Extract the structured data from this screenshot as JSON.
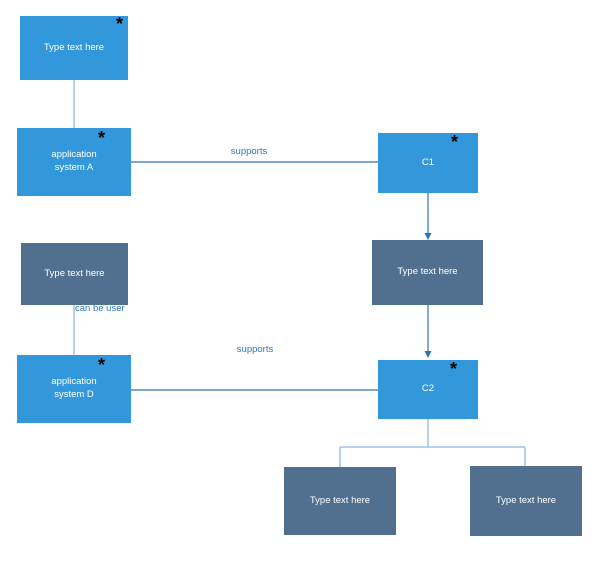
{
  "diagram": {
    "colors": {
      "node_primary": "#3398db",
      "node_secondary": "#51708f",
      "connector_strong": "#2e75b6",
      "connector_light": "#9dc3e6",
      "edge_label_text": "#2e75b6",
      "node_text": "#ffffff",
      "badge": "#000000",
      "background": "#ffffff"
    },
    "nodes": [
      {
        "id": "type-text-top-left",
        "label": "Type text here",
        "variant": "blue",
        "badge": "*"
      },
      {
        "id": "application-system-a",
        "label": "application\nsystem A",
        "variant": "blue",
        "badge": "*"
      },
      {
        "id": "c1",
        "label": "C1",
        "variant": "blue",
        "badge": "*"
      },
      {
        "id": "type-text-mid-left",
        "label": "Type text here",
        "variant": "slate"
      },
      {
        "id": "type-text-mid-right",
        "label": "Type text here",
        "variant": "slate"
      },
      {
        "id": "application-system-d",
        "label": "application\nsystem D",
        "variant": "blue",
        "badge": "*"
      },
      {
        "id": "c2",
        "label": "C2",
        "variant": "blue",
        "badge": "*"
      },
      {
        "id": "type-text-bottom-left",
        "label": "Type text here",
        "variant": "slate"
      },
      {
        "id": "type-text-bottom-right",
        "label": "Type text here",
        "variant": "slate"
      }
    ],
    "edges": [
      {
        "id": "supports-a-c1",
        "label": "supports"
      },
      {
        "id": "can-be-user-d",
        "label": "can be user"
      },
      {
        "id": "supports-d-c2",
        "label": "supports"
      }
    ]
  }
}
